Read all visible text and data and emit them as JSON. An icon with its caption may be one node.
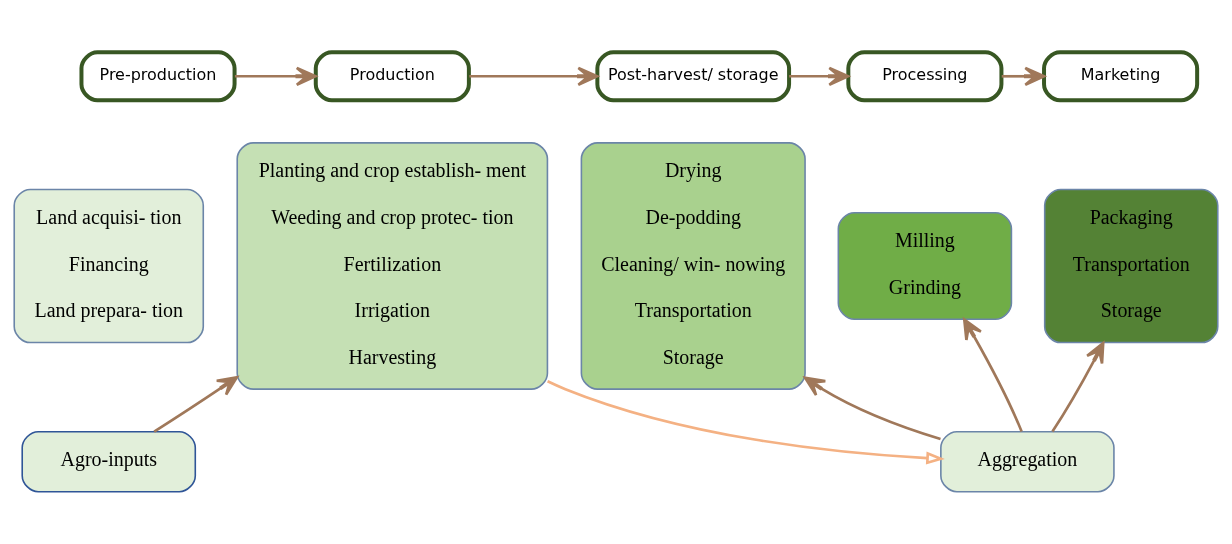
{
  "diagram": {
    "nodes": [
      {
        "text": [
          "Pre-production"
        ]
      },
      {
        "text": [
          "Production"
        ]
      },
      {
        "text": [
          "Post-harvest/ storage"
        ]
      },
      {
        "text": [
          "Processing"
        ]
      },
      {
        "text": [
          "Marketing"
        ]
      },
      {
        "text": [
          "Land acquisi- tion",
          "Financing",
          "Land prepara- tion"
        ]
      },
      {
        "text": [
          "Agro-inputs"
        ]
      },
      {
        "text": [
          "Planting and crop establish- ment",
          "Weeding and crop protec- tion",
          "Fertilization",
          "Irrigation",
          "Harvesting"
        ]
      },
      {
        "text": [
          "Drying",
          "De-podding",
          "Cleaning/ win- nowing",
          "Transportation",
          "Storage"
        ]
      },
      {
        "text": [
          "Milling",
          "Grinding"
        ]
      },
      {
        "text": [
          "Packaging",
          "Transportation",
          "Storage"
        ]
      },
      {
        "text": [
          "Aggregation"
        ]
      }
    ],
    "edges": [
      {
        "from": 0,
        "to": 1,
        "arrow": "to"
      },
      {
        "from": 1,
        "to": 2,
        "arrow": "to"
      },
      {
        "from": 2,
        "to": 3,
        "arrow": "to"
      },
      {
        "from": 3,
        "to": 4,
        "arrow": "to"
      },
      {
        "from": 6,
        "to": 7,
        "arrow": "to"
      },
      {
        "from": 11,
        "to": 9,
        "arrow": "to"
      },
      {
        "from": 11,
        "to": 10,
        "arrow": "to"
      },
      {
        "from": 11,
        "to": 8,
        "arrow": "to"
      },
      {
        "from": 7,
        "to": 11,
        "arrow": "to",
        "color": "#f4b183"
      }
    ]
  }
}
